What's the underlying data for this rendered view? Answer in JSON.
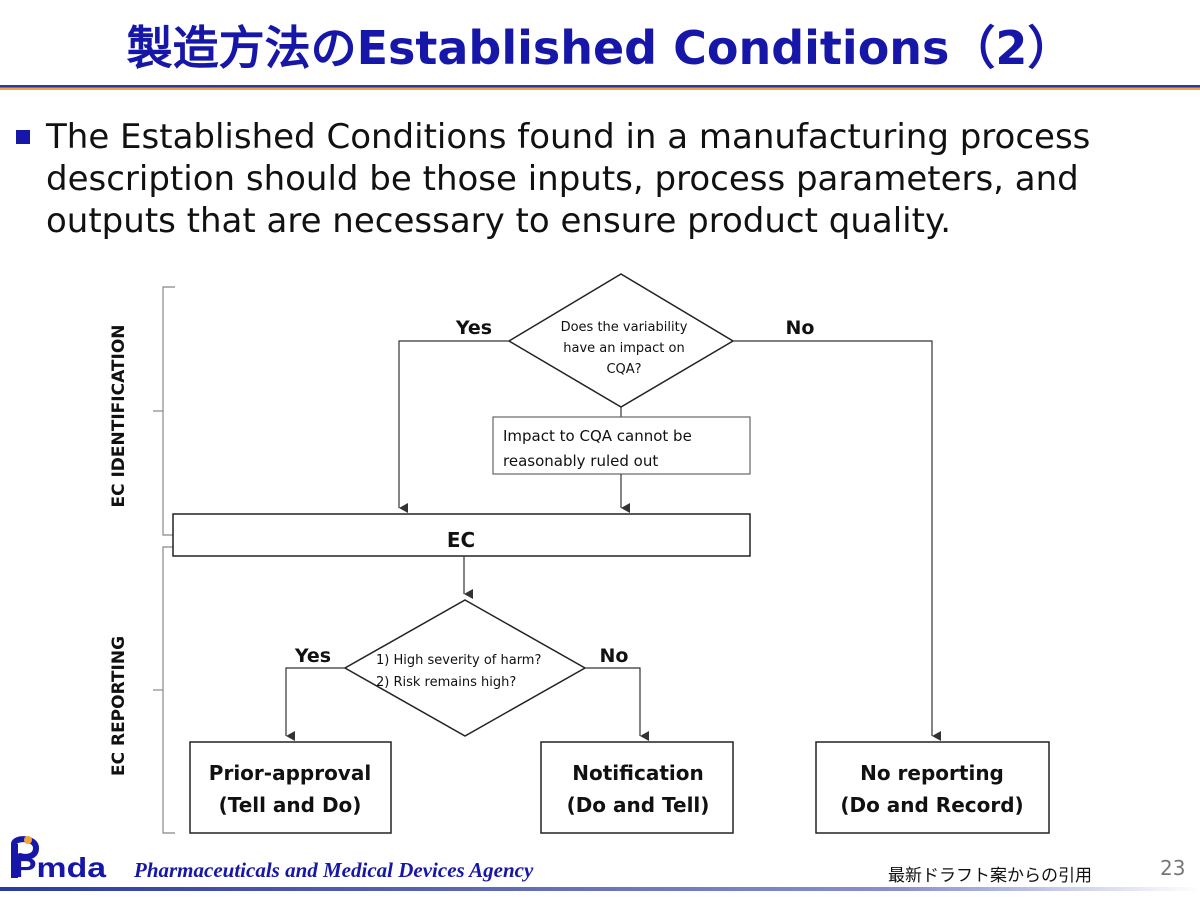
{
  "slide": {
    "title": "製造方法のEstablished Conditions（2）",
    "bullet": "The Established Conditions found in a manufacturing process description should be those inputs, process parameters, and outputs that are necessary to ensure product quality."
  },
  "diagram": {
    "side_labels": {
      "identification": "EC IDENTIFICATION",
      "reporting": "EC REPORTING"
    },
    "decision1": {
      "lines": [
        "Does the variability",
        "have an impact on",
        "CQA?"
      ],
      "yes": "Yes",
      "no": "No"
    },
    "impact_box": {
      "lines": [
        "Impact to CQA cannot be",
        "reasonably ruled out"
      ]
    },
    "ec_box": "EC",
    "decision2": {
      "lines": [
        "1) High severity of harm?",
        "2) Risk  remains high?"
      ],
      "yes": "Yes",
      "no": "No"
    },
    "outcomes": {
      "prior_approval": [
        "Prior-approval",
        "(Tell and Do)"
      ],
      "notification": [
        "Notification",
        "(Do and Tell)"
      ],
      "no_reporting": [
        "No reporting",
        "(Do and Record)"
      ]
    }
  },
  "footer": {
    "logo_text": "Pmda",
    "agency": "Pharmaceuticals and Medical Devices Agency",
    "citation": "最新ドラフト案からの引用",
    "page_number": "23"
  },
  "colors": {
    "title_blue": "#1616a8",
    "rule_blue": "#2a3aa0",
    "rule_orange": "#f2a33a",
    "gray_line": "#888888"
  }
}
